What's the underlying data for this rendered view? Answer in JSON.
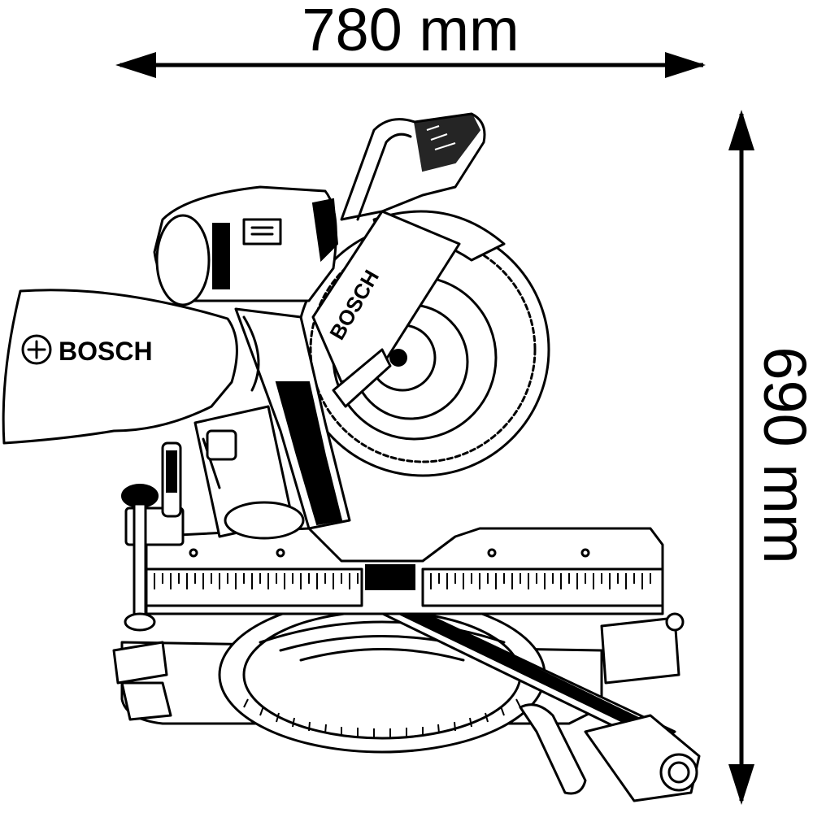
{
  "dimensions": {
    "width_label": "780 mm",
    "height_label": "690 mm"
  },
  "product": {
    "brand_bag": "BOSCH",
    "brand_guard": "BOSCH"
  }
}
